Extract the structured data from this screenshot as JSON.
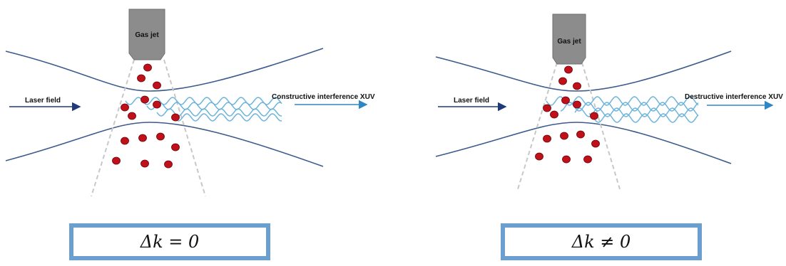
{
  "panels": [
    {
      "gas_jet_label": "Gas jet",
      "laser_label": "Laser field",
      "xuv_label": "Constructive interference XUV",
      "equation": "Δk = 0"
    },
    {
      "gas_jet_label": "Gas jet",
      "laser_label": "Laser field",
      "xuv_label": "Destructive interference XUV",
      "equation": "Δk ≠ 0"
    }
  ],
  "colors": {
    "beam": "#3c5a8c",
    "laser_arrow": "#1e3a78",
    "xuv_arrow": "#2f86c4",
    "wave": "#6cb4dc",
    "atom": "#c0101a",
    "atom_edge": "#6a0008",
    "nozzle": "#8c8c8c",
    "cone": "#c8c8c8",
    "box_border": "#6a9fd0"
  }
}
